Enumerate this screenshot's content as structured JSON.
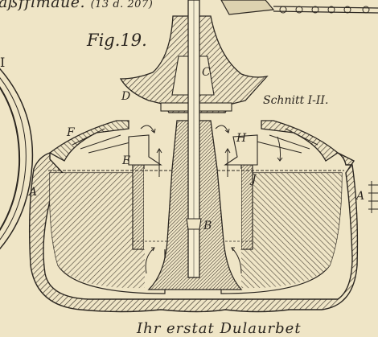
{
  "figure": {
    "title": "Fig.19.",
    "section_label": "Schnitt I-II.",
    "top_caption_fragment": "äßfflmaue.",
    "top_caption_suffix": "(13 d. 207)",
    "bottom_caption_fragment": "Ihr erstat Dulaurbet",
    "left_edge_numeral": "I"
  },
  "part_labels": {
    "A_left": "A",
    "A_right": "A",
    "B": "B",
    "C": "C",
    "D": "D",
    "E": "E",
    "F": "F",
    "H": "H",
    "J": "J"
  },
  "colors": {
    "paper": "#efe5c6",
    "ink": "#2b2620",
    "hatch": "#3a332a"
  }
}
